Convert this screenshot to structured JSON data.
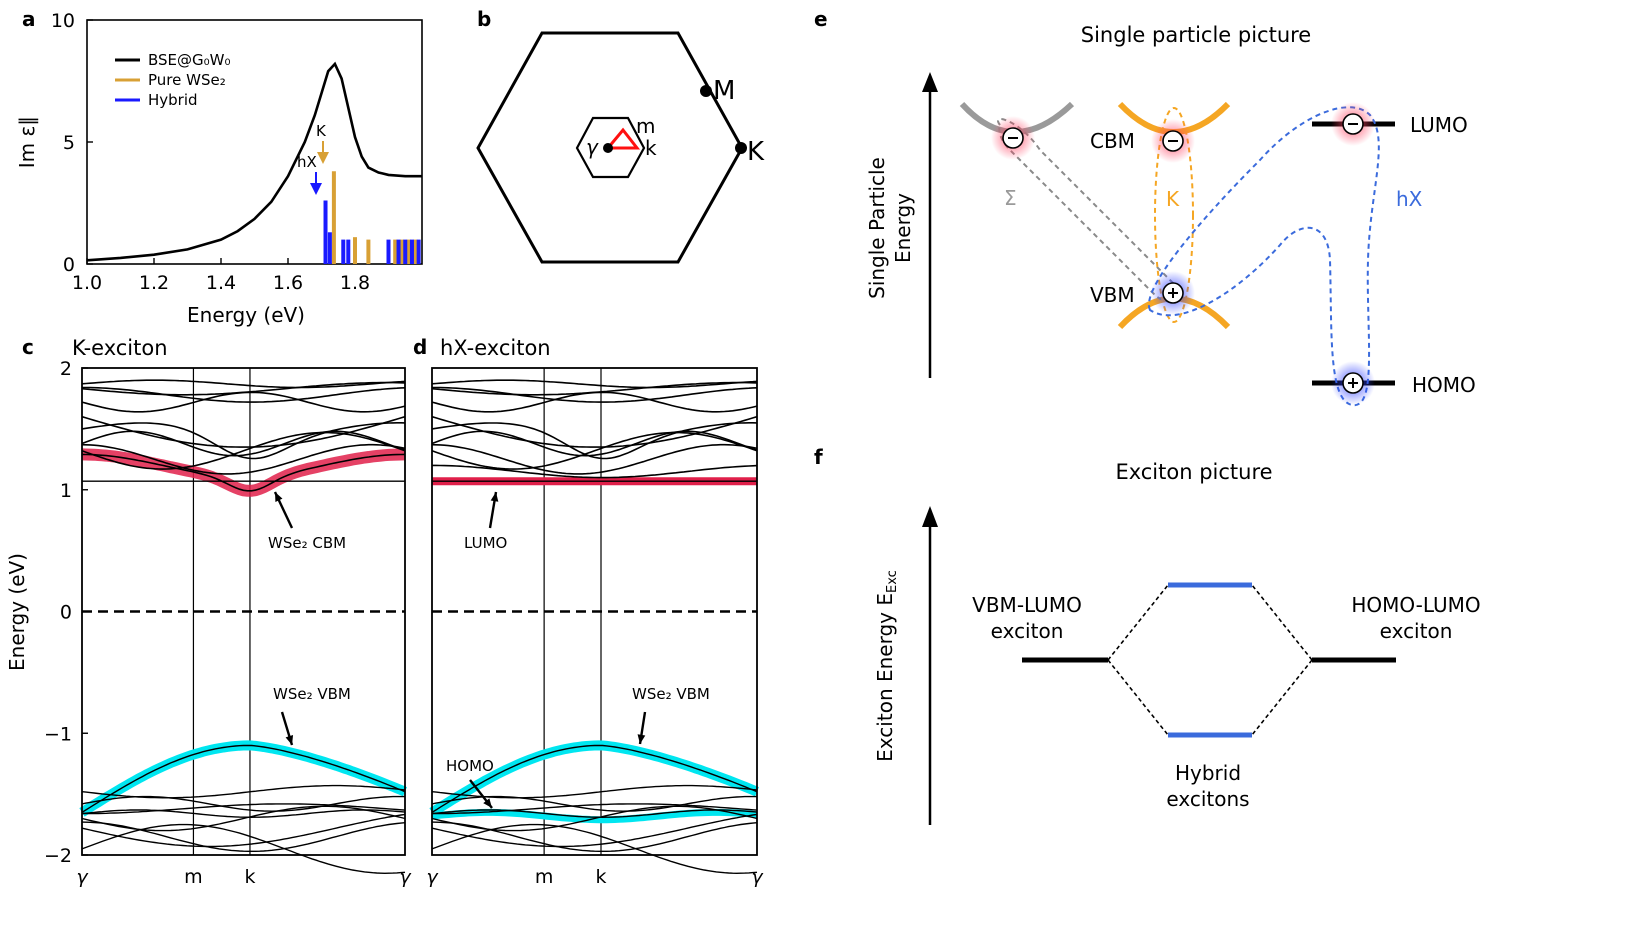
{
  "panel_labels": {
    "a": "a",
    "b": "b",
    "c": "c",
    "d": "d",
    "e": "e",
    "f": "f"
  },
  "colors": {
    "bse": "#000000",
    "pure": "#d8a035",
    "hybrid": "#1a1aff",
    "cbm_fill": "#e0204a",
    "vbm_fill": "#00e6f0",
    "orange_band": "#f5a623",
    "grey_band": "#9a9a9a",
    "hx_blue": "#3b6bdc",
    "hybrid_level": "#3b6bdc"
  },
  "chart_data": [
    {
      "panel": "a",
      "type": "line",
      "xlabel": "Energy (eV)",
      "ylabel": "Im ε∥",
      "xlim": [
        1.0,
        2.0
      ],
      "ylim": [
        0,
        10
      ],
      "xticks": [
        "1.0",
        "1.2",
        "1.4",
        "1.6",
        "1.8"
      ],
      "yticks": [
        "0",
        "5",
        "10"
      ],
      "legend": {
        "placement": "top-left",
        "entries": [
          {
            "label": "BSE@G₀W₀",
            "color": "#000000"
          },
          {
            "label": "Pure WSe₂",
            "color": "#d8a035"
          },
          {
            "label": "Hybrid",
            "color": "#1a1aff"
          }
        ]
      },
      "series": [
        {
          "name": "BSE@G₀W₀",
          "x": [
            1.0,
            1.1,
            1.2,
            1.3,
            1.4,
            1.45,
            1.5,
            1.55,
            1.6,
            1.65,
            1.68,
            1.7,
            1.72,
            1.74,
            1.76,
            1.78,
            1.8,
            1.82,
            1.84,
            1.87,
            1.9,
            1.95,
            2.0
          ],
          "y": [
            0.15,
            0.25,
            0.38,
            0.6,
            1.0,
            1.35,
            1.85,
            2.55,
            3.6,
            5.0,
            6.1,
            7.0,
            7.9,
            8.2,
            7.6,
            6.4,
            5.2,
            4.4,
            3.95,
            3.75,
            3.65,
            3.6,
            3.6
          ]
        }
      ],
      "bars": {
        "pure": [
          [
            1.737,
            3.8
          ],
          [
            1.8,
            1.1
          ],
          [
            1.84,
            1.0
          ],
          [
            1.92,
            1.0
          ],
          [
            1.94,
            1.0
          ],
          [
            1.96,
            1.0
          ],
          [
            1.98,
            1.0
          ]
        ],
        "hybrid": [
          [
            1.712,
            2.6
          ],
          [
            1.725,
            1.3
          ],
          [
            1.765,
            1.0
          ],
          [
            1.78,
            1.0
          ],
          [
            1.9,
            1.0
          ],
          [
            1.93,
            1.0
          ],
          [
            1.95,
            1.0
          ],
          [
            1.97,
            1.0
          ],
          [
            1.99,
            1.0
          ]
        ]
      },
      "annotations": [
        {
          "text": "K",
          "x": 1.737
        },
        {
          "text": "hX",
          "x": 1.712
        }
      ]
    },
    {
      "panel": "c",
      "type": "line",
      "subtitle": "K-exciton",
      "ylabel": "Energy (eV)",
      "ylim": [
        -2,
        2
      ],
      "yticks": [
        "2",
        "1",
        "0",
        "−1",
        "−2"
      ],
      "xticks": [
        "γ",
        "m",
        "k",
        "γ"
      ],
      "kpath": [
        0,
        0.345,
        0.52,
        1.0
      ],
      "annotations": [
        "WSe₂ CBM",
        "WSe₂ VBM"
      ]
    },
    {
      "panel": "d",
      "type": "line",
      "subtitle": "hX-exciton",
      "ylim": [
        -2,
        2
      ],
      "xticks": [
        "γ",
        "m",
        "k",
        "γ"
      ],
      "kpath": [
        0,
        0.345,
        0.52,
        1.0
      ],
      "annotations": [
        "LUMO",
        "WSe₂ VBM",
        "HOMO"
      ]
    }
  ],
  "panel_b": {
    "points": {
      "M": "M",
      "K": "K",
      "gamma": "γ",
      "m": "m",
      "k": "k"
    }
  },
  "panel_e": {
    "title": "Single particle picture",
    "yaxis": [
      "Single Particle",
      "Energy"
    ],
    "labels": {
      "cbm": "CBM",
      "vbm": "VBM",
      "lumo": "LUMO",
      "homo": "HOMO",
      "sigma": "Σ",
      "k": "K",
      "hx": "hX"
    }
  },
  "panel_f": {
    "title": "Exciton picture",
    "yaxis": "Exciton Energy E",
    "yaxis_sub": "Exc",
    "left": [
      "VBM-LUMO",
      "exciton"
    ],
    "right": [
      "HOMO-LUMO",
      "exciton"
    ],
    "bottom": [
      "Hybrid",
      "excitons"
    ]
  }
}
